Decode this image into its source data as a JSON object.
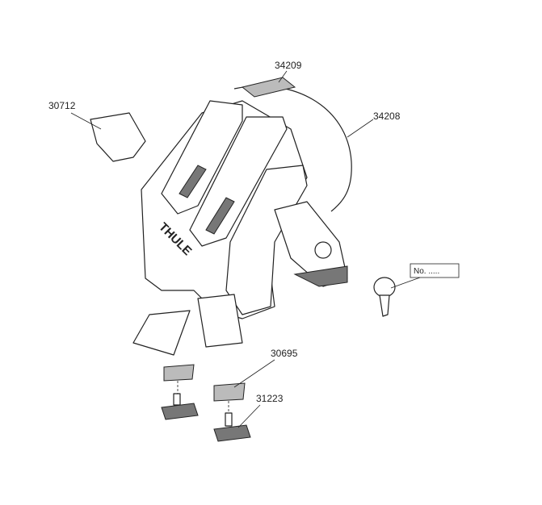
{
  "parts": [
    {
      "id": "bumper-pad",
      "number": "34209"
    },
    {
      "id": "clip",
      "number": "30712"
    },
    {
      "id": "strap-cable",
      "number": "34208"
    },
    {
      "id": "spacer-plate",
      "number": "30695"
    },
    {
      "id": "knob-screw",
      "number": "31223"
    }
  ],
  "key_tag": {
    "label": "No. ....."
  },
  "logo": "THULE"
}
